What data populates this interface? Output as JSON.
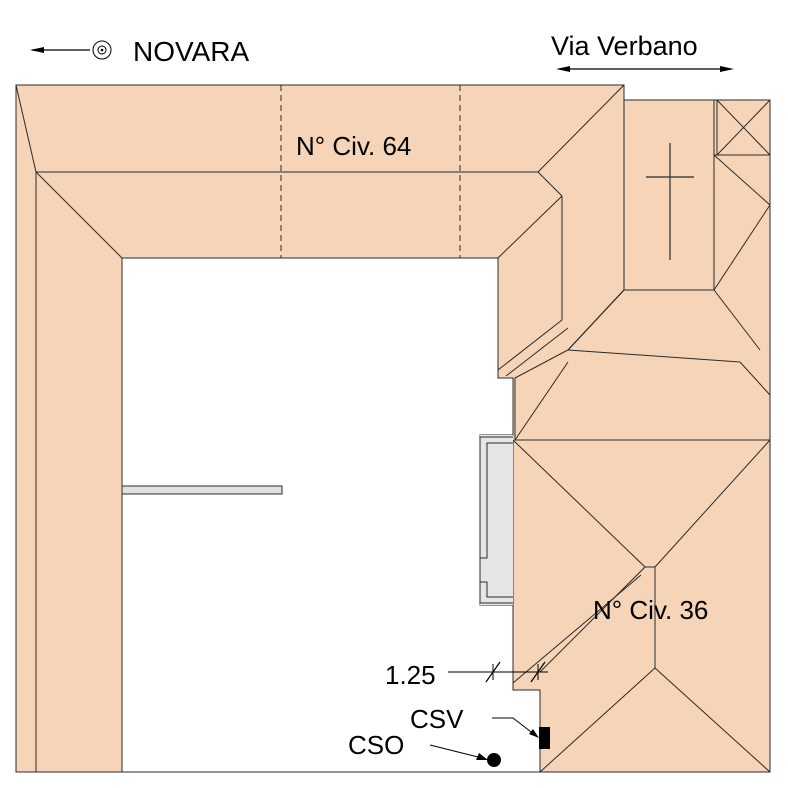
{
  "header": {
    "left_label": "NOVARA",
    "right_label": "Via Verbano"
  },
  "labels": {
    "civic_top": "N° Civ. 64",
    "civic_right": "N° Civ. 36",
    "dimension": "1.25",
    "csv": "CSV",
    "cso": "CSO"
  },
  "colors": {
    "roof_fill": "#f5d4b7",
    "courtyard": "#ffffff",
    "bracket_fill": "#e6e6e6",
    "line": "#2b2b2b"
  },
  "icons": {
    "compass": "target-circle-icon",
    "arrow_left": "arrow-left-icon",
    "arrow_both": "double-arrow-icon",
    "cross": "cross-icon"
  }
}
